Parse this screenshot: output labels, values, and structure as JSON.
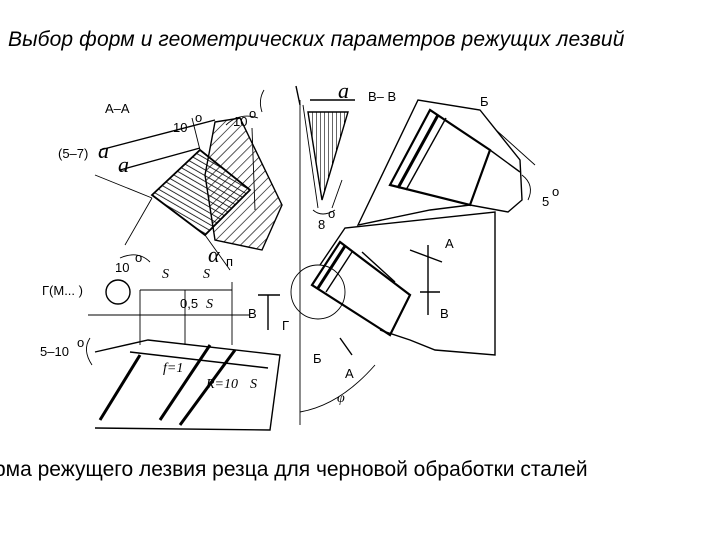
{
  "title": "Выбор форм и геометрических параметров режущих лезвий",
  "caption": "рма режущего лезвия резца для черновой обработки сталей",
  "diagram": {
    "section_aa": "А–А",
    "section_bb": "В– В",
    "section_b": "Б",
    "angle_10a": "10",
    "angle_10b": "10",
    "angle_10c": "10",
    "deg": "о",
    "a_symbol": "a",
    "a_range": "(5–7)",
    "s1": "S",
    "s2": "S",
    "half_s": "0,5",
    "s3": "S",
    "gamma_m": "Г(М... )",
    "angle_5_10": "5–10",
    "radius": "R=10",
    "s4": "S",
    "f_eq": "f=1",
    "alpha_n": "α",
    "alpha_sub": "п",
    "angle_8": "8",
    "angle_5": "5",
    "view_a_top": "А",
    "view_b_right": "В",
    "view_b_left": "В",
    "view_g": "Г",
    "view_b_bottom": "Б",
    "view_a_bottom": "А",
    "phi": "φ"
  }
}
